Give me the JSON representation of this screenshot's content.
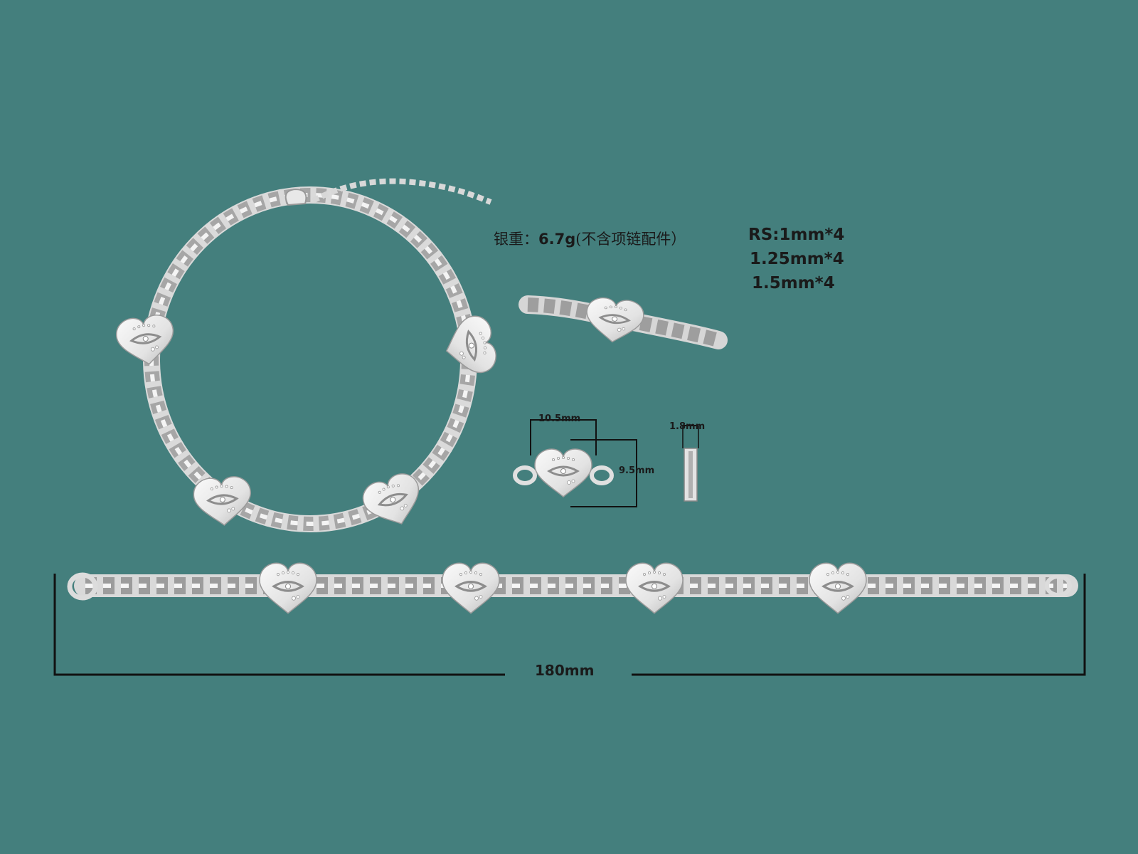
{
  "colors": {
    "background": "#447f7d",
    "silver": "#e6e6e6",
    "silver_shade": "#a9a9a9",
    "line": "#111111"
  },
  "specs": {
    "weight_label": "银重：",
    "weight_value": "6.7g",
    "weight_note": "(不含项链配件）",
    "stones": [
      "RS:1mm*4",
      "1.25mm*4",
      "1.5mm*4"
    ]
  },
  "dimensions": {
    "pendant_width": "10.5mm",
    "pendant_height": "9.5mm",
    "pendant_thickness": "1.8mm",
    "total_length": "180mm"
  }
}
